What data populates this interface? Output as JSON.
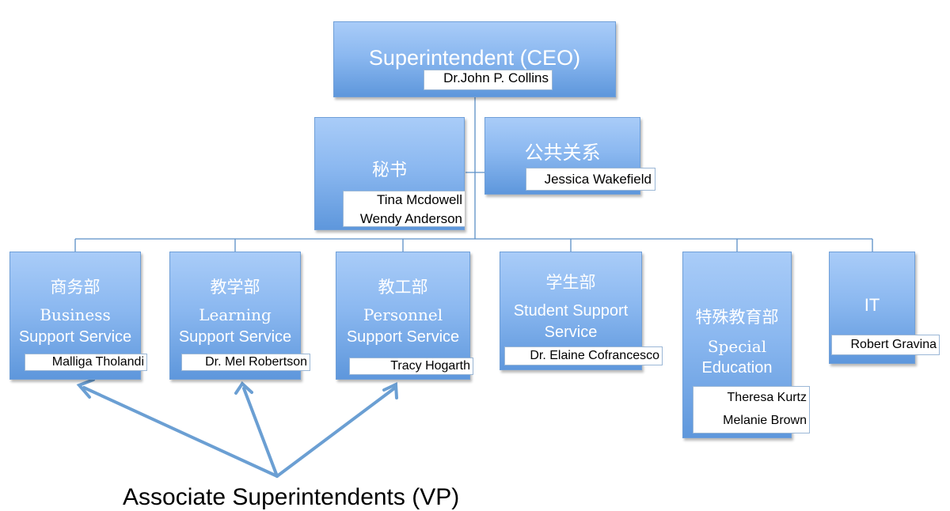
{
  "ceo": {
    "title": "Superintendent (CEO)",
    "name": "Dr.John P. Collins"
  },
  "secretary": {
    "title": "秘书",
    "names": [
      "Tina Mcdowell",
      "Wendy Anderson"
    ]
  },
  "pr": {
    "title": "公共关系",
    "name": "Jessica Wakefield"
  },
  "departments": [
    {
      "cn": "商务部",
      "en": [
        "Business",
        "Support Service"
      ],
      "names": [
        "Malliga Tholandi"
      ]
    },
    {
      "cn": "教学部",
      "en": [
        "Learning",
        "Support Service"
      ],
      "names": [
        "Dr. Mel Robertson"
      ]
    },
    {
      "cn": "教工部",
      "en": [
        "Personnel",
        "Support Service"
      ],
      "names": [
        "Tracy Hogarth"
      ]
    },
    {
      "cn": "学生部",
      "en": [
        "Student Support",
        "Service"
      ],
      "names": [
        "Dr. Elaine Cofrancesco"
      ]
    },
    {
      "cn": "特殊教育部",
      "en": [
        "Special",
        "Education"
      ],
      "names": [
        "Theresa Kurtz",
        "Melanie Brown"
      ]
    },
    {
      "cn": "",
      "en": [
        "IT"
      ],
      "names": [
        "Robert Gravina"
      ]
    }
  ],
  "footer": {
    "label": "Associate Superintendents (VP)"
  },
  "colors": {
    "box_top": "#a9ccf8",
    "box_bottom": "#5e97dc",
    "connector": "#5b8fc7",
    "arrow": "#6b9fd3"
  }
}
